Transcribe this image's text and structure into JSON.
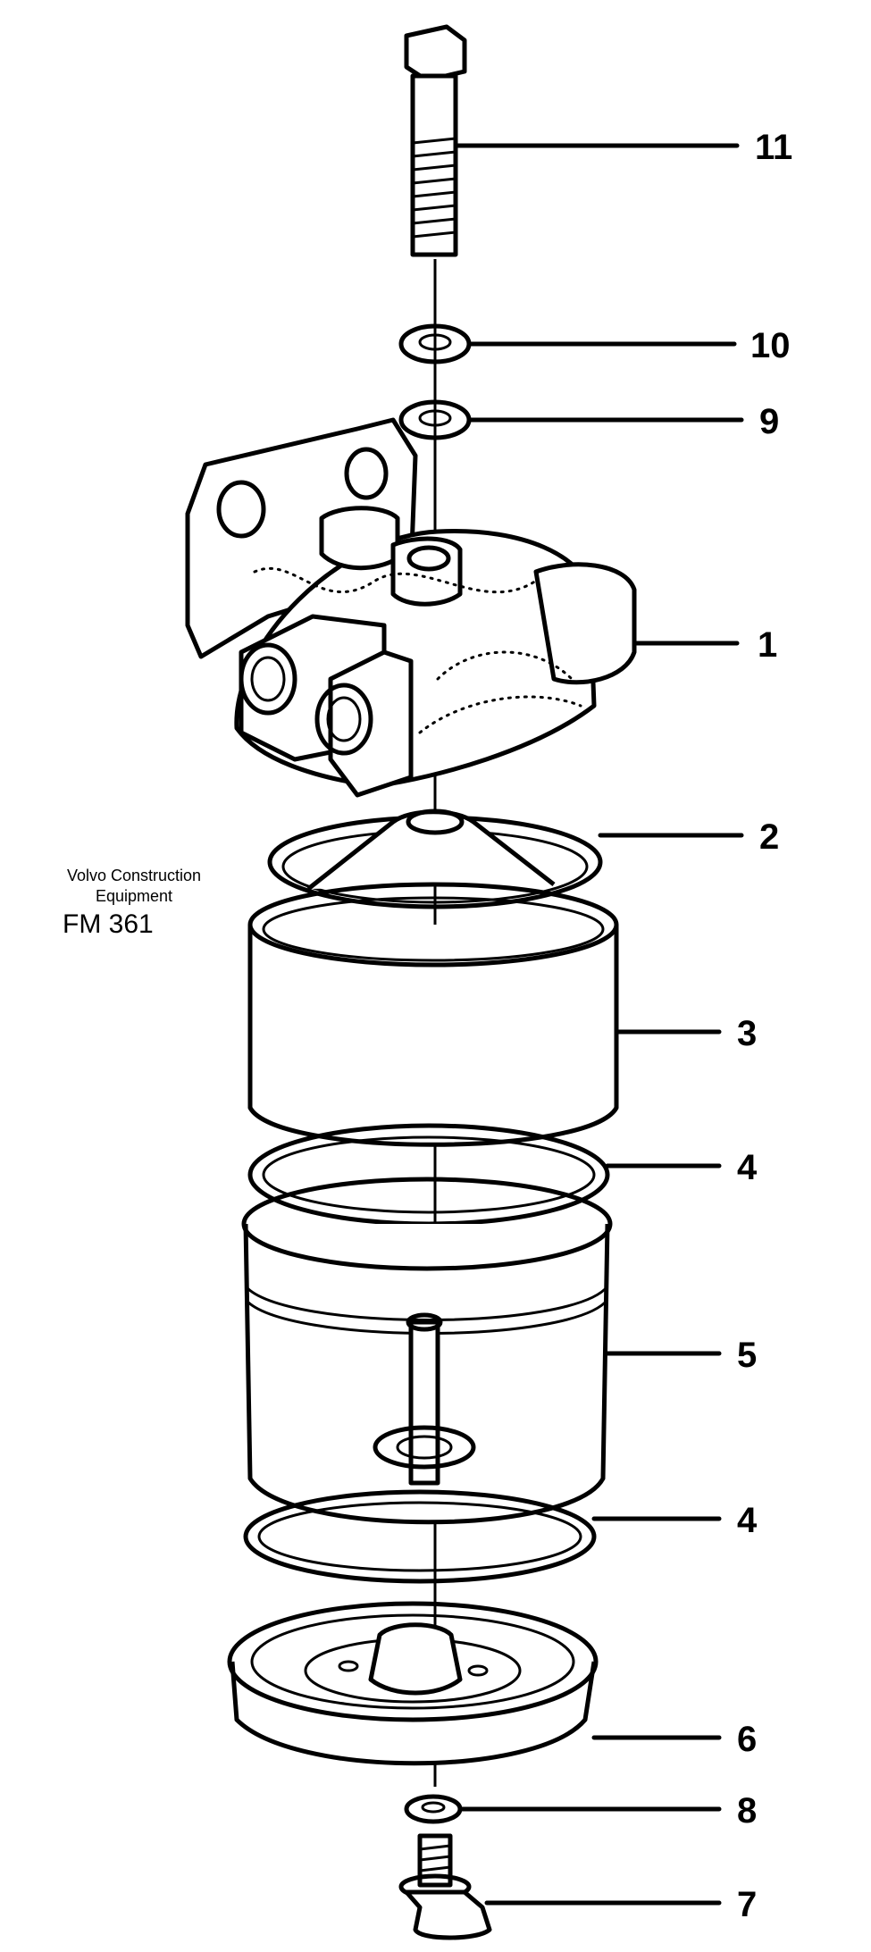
{
  "callouts": [
    "11",
    "10",
    "9",
    "1",
    "2",
    "3",
    "4",
    "5",
    "4",
    "6",
    "8",
    "7"
  ],
  "credit": {
    "line1": "Volvo Construction",
    "line2": "Equipment"
  },
  "figure_code": "FM 361"
}
